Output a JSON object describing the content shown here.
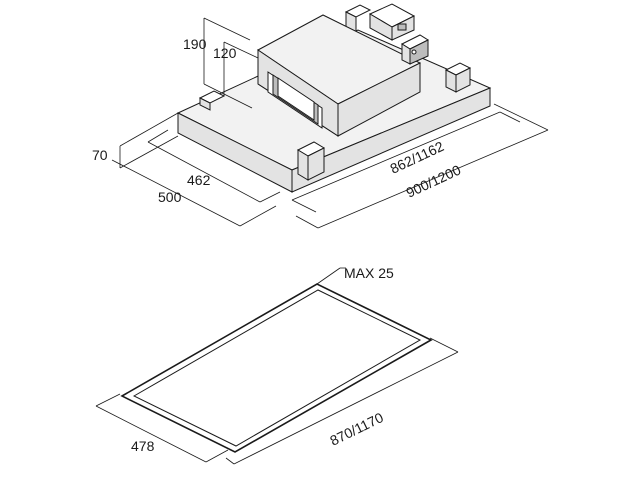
{
  "hood": {
    "dim_190": "190",
    "dim_120": "120",
    "dim_70": "70",
    "dim_462": "462",
    "dim_500": "500",
    "dim_862_1162": "862/1162",
    "dim_900_1200": "900/1200"
  },
  "cutout": {
    "dim_max25": "MAX 25",
    "dim_478": "478",
    "dim_870_1170": "870/1170"
  }
}
